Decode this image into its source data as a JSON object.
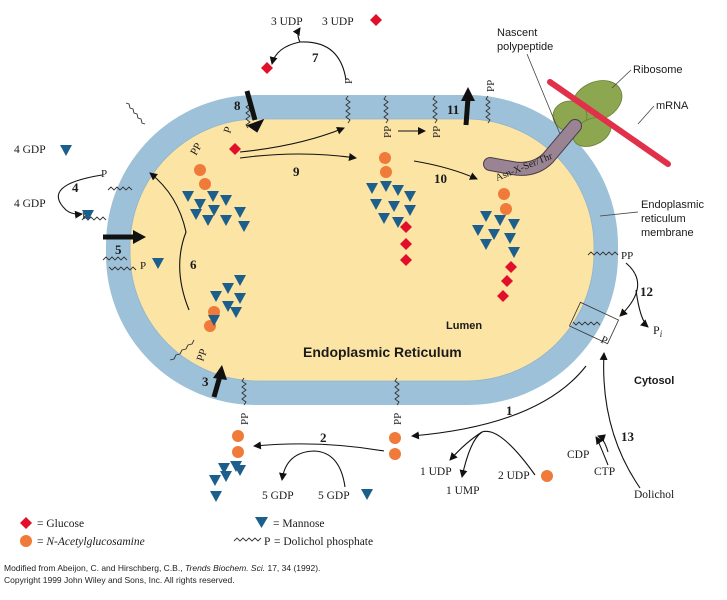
{
  "labels": {
    "er_title": "Endoplasmic Reticulum",
    "lumen": "Lumen",
    "cytosol": "Cytosol",
    "nascent_line1": "Nascent",
    "nascent_line2": "polypeptide",
    "ribosome": "Ribosome",
    "mrna": "mRNA",
    "membrane_line1": "Endoplasmic",
    "membrane_line2": "reticulum",
    "membrane_line3": "membrane",
    "asn_motif": "Asn-X-Ser/Thr",
    "udp3_left": "3 UDP",
    "udp3_right": "3 UDP",
    "gdp4_top": "4 GDP",
    "gdp4_bottom": "4 GDP",
    "gdp5_left": "5 GDP",
    "gdp5_right": "5 GDP",
    "udp1": "1 UDP",
    "ump1": "1 UMP",
    "udp2": "2 UDP",
    "cdp": "CDP",
    "ctp": "CTP",
    "dolichol": "Dolichol",
    "pp": "PP",
    "p": "P",
    "pi": "P",
    "pi_sub": "i"
  },
  "steps": [
    "1",
    "2",
    "3",
    "4",
    "5",
    "6",
    "7",
    "8",
    "9",
    "10",
    "11",
    "12",
    "13"
  ],
  "legend": {
    "glucose": "= Glucose",
    "glcnac_prefix": "= ",
    "glcnac": "N-Acetylglucosamine",
    "mannose": "= Mannose",
    "dolichol_phosphate": "= Dolichol phosphate",
    "p_sym": "P"
  },
  "caption": {
    "line1_a": "Modified from Abeijon, C. and Hirschberg, C.B., ",
    "line1_journal": "Trends Biochem. Sci.",
    "line1_b": " 17, 34 (1992).",
    "line2": "Copyright 1999 John Wiley and Sons, Inc. All rights reserved."
  },
  "colors": {
    "membrane": "#9dc1d8",
    "lumen": "#fce4a4",
    "glucose": "#e0102a",
    "glcnac": "#f07a3a",
    "mannose": "#1c5f8c",
    "ribosome": "#8da650",
    "mrna": "#e0304a",
    "polypeptide": "#9a8494"
  },
  "icons": {
    "glucose": "red-diamond",
    "glcnac": "orange-circle",
    "mannose": "blue-down-triangle",
    "dolichol_phosphate": "zigzag-line-p"
  }
}
